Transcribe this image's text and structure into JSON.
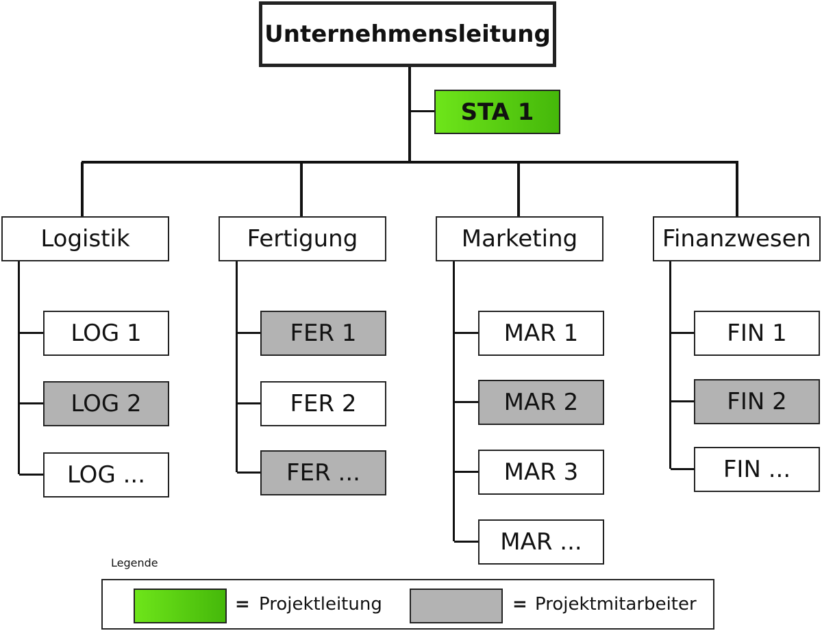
{
  "top": {
    "label": "Unternehmensleitung"
  },
  "staff": {
    "label": "STA 1",
    "role": "green"
  },
  "departments": [
    {
      "label": "Logistik",
      "children": [
        {
          "label": "LOG 1",
          "role": "none"
        },
        {
          "label": "LOG 2",
          "role": "gray"
        },
        {
          "label": "LOG ...",
          "role": "none"
        }
      ]
    },
    {
      "label": "Fertigung",
      "children": [
        {
          "label": "FER 1",
          "role": "gray"
        },
        {
          "label": "FER 2",
          "role": "none"
        },
        {
          "label": "FER ...",
          "role": "gray"
        }
      ]
    },
    {
      "label": "Marketing",
      "children": [
        {
          "label": "MAR 1",
          "role": "none"
        },
        {
          "label": "MAR 2",
          "role": "gray"
        },
        {
          "label": "MAR 3",
          "role": "none"
        },
        {
          "label": "MAR ...",
          "role": "none"
        }
      ]
    },
    {
      "label": "Finanzwesen",
      "children": [
        {
          "label": "FIN 1",
          "role": "none"
        },
        {
          "label": "FIN 2",
          "role": "gray"
        },
        {
          "label": "FIN ...",
          "role": "none"
        }
      ]
    }
  ],
  "legend": {
    "title": "Legende",
    "items": [
      {
        "symbol": "=",
        "label": "Projektleitung",
        "color": "#5cd012"
      },
      {
        "symbol": "=",
        "label": "Projektmitarbeiter",
        "color": "#b3b3b3"
      }
    ]
  }
}
